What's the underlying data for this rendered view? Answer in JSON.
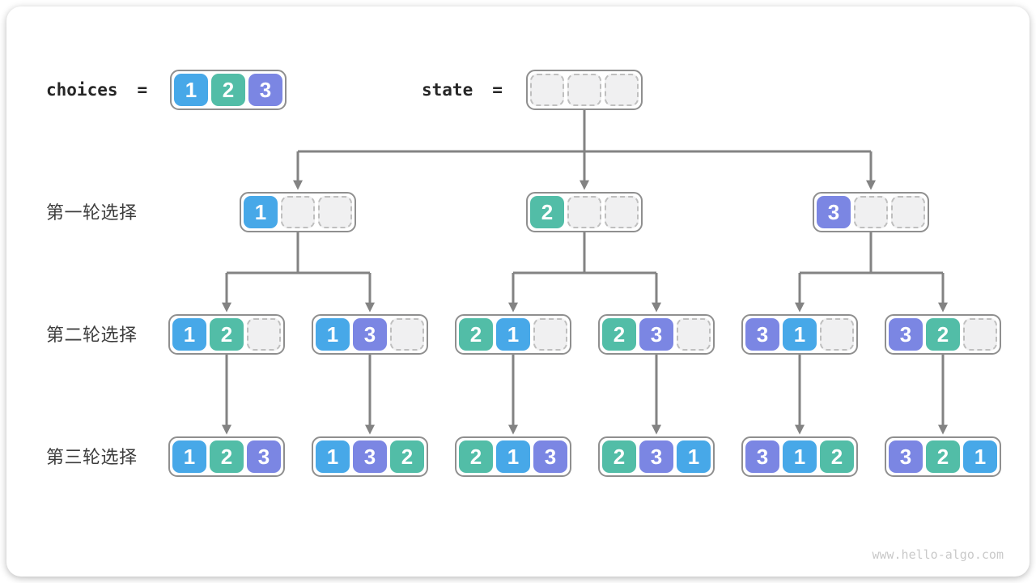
{
  "header": {
    "choices_label": "choices",
    "state_label": "state",
    "equals": "=",
    "choices_cells": [
      1,
      2,
      3
    ],
    "state_cells": [
      null,
      null,
      null
    ]
  },
  "rounds": [
    {
      "label": "第一轮选择",
      "boxes": [
        [
          1,
          null,
          null
        ],
        [
          2,
          null,
          null
        ],
        [
          3,
          null,
          null
        ]
      ]
    },
    {
      "label": "第二轮选择",
      "boxes": [
        [
          1,
          2,
          null
        ],
        [
          1,
          3,
          null
        ],
        [
          2,
          1,
          null
        ],
        [
          2,
          3,
          null
        ],
        [
          3,
          1,
          null
        ],
        [
          3,
          2,
          null
        ]
      ]
    },
    {
      "label": "第三轮选择",
      "boxes": [
        [
          1,
          2,
          3
        ],
        [
          1,
          3,
          2
        ],
        [
          2,
          1,
          3
        ],
        [
          2,
          3,
          1
        ],
        [
          3,
          1,
          2
        ],
        [
          3,
          2,
          1
        ]
      ]
    }
  ],
  "colors": {
    "1": "#47a8e8",
    "2": "#52bda7",
    "3": "#7b86e3",
    "line": "#838383",
    "box_border": "#8f8f8f",
    "empty_fill": "#f0f0f1",
    "empty_border": "#bfbfbf"
  },
  "watermark": "www.hello-algo.com"
}
